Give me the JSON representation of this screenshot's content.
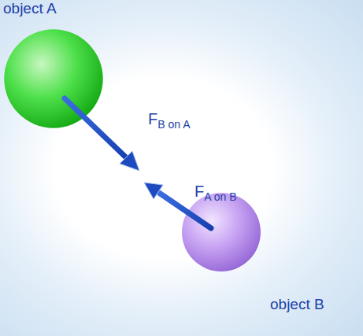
{
  "diagram": {
    "nodes": [
      {
        "text": [
          "object A"
        ]
      },
      {
        "text": [
          "object B"
        ]
      }
    ],
    "labels": [
      "F",
      "B on A",
      "F",
      "A on B"
    ]
  }
}
